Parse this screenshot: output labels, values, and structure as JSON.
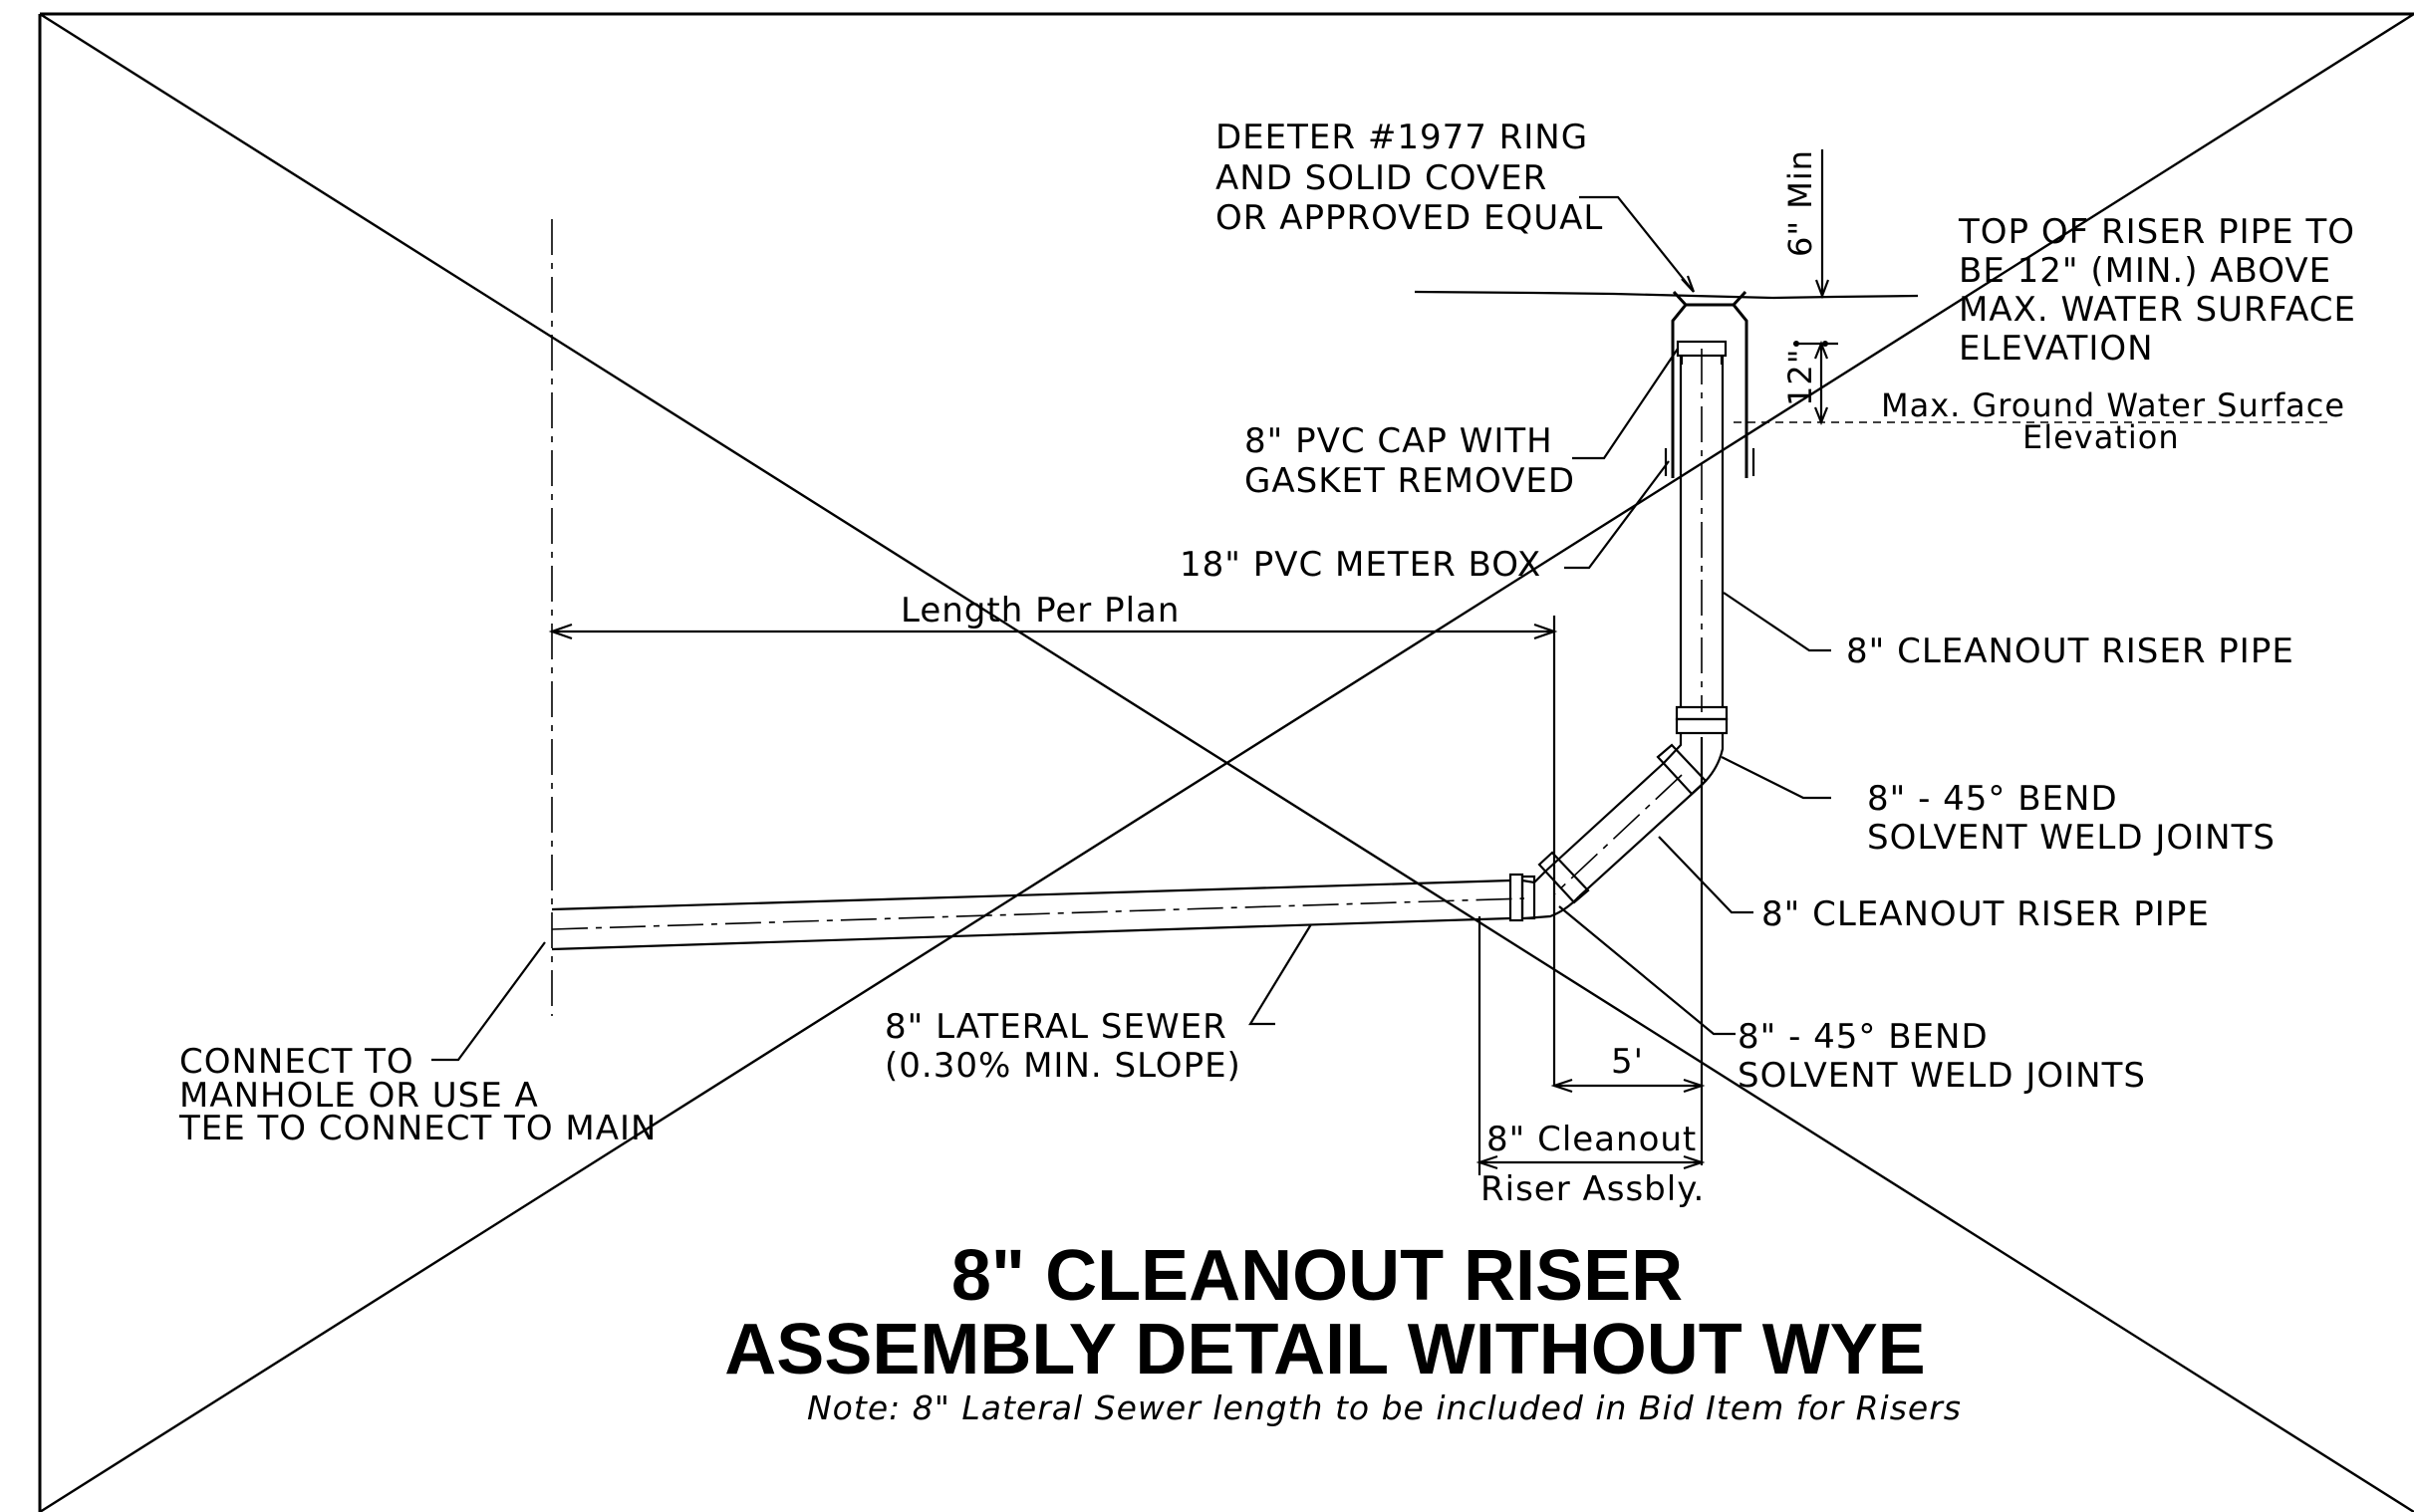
{
  "drawing": {
    "title_line1": "8\" CLEANOUT RISER",
    "title_line2": "ASSEMBLY DETAIL WITHOUT WYE",
    "note": "Note:   8\" Lateral Sewer length to be included in Bid Item for Risers"
  },
  "labels": {
    "deeter_1": "DEETER #1977 RING",
    "deeter_2": "AND SOLID COVER",
    "deeter_3": "OR APPROVED EQUAL",
    "six_min": "6\" Min",
    "top_riser_1": "TOP OF RISER PIPE TO",
    "top_riser_2": "BE 12\" (MIN.) ABOVE",
    "top_riser_3": "MAX. WATER SURFACE",
    "top_riser_4": "ELEVATION",
    "twelve": "12\"",
    "max_gw_1": "Max. Ground Water Surface",
    "max_gw_2": "Elevation",
    "pvc_cap_1": "8\" PVC CAP WITH",
    "pvc_cap_2": "GASKET REMOVED",
    "meter_box": "18\" PVC METER BOX",
    "length_per_plan": "Length Per Plan",
    "riser_pipe_upper": "8\" CLEANOUT RISER PIPE",
    "bend_upper_1": "8\" - 45° BEND",
    "bend_upper_2": "SOLVENT WELD JOINTS",
    "riser_pipe_mid": "8\" CLEANOUT RISER PIPE",
    "bend_lower_1": "8\" - 45° BEND",
    "bend_lower_2": "SOLVENT WELD JOINTS",
    "five_ft": "5'",
    "lateral_1": "8\" LATERAL SEWER",
    "lateral_2": "(0.30% MIN. SLOPE)",
    "connect_1": "CONNECT TO",
    "connect_2": "MANHOLE OR USE A",
    "connect_3": "TEE TO CONNECT TO MAIN",
    "cleanout_1": "8\" Cleanout",
    "cleanout_2": "Riser Assbly."
  }
}
